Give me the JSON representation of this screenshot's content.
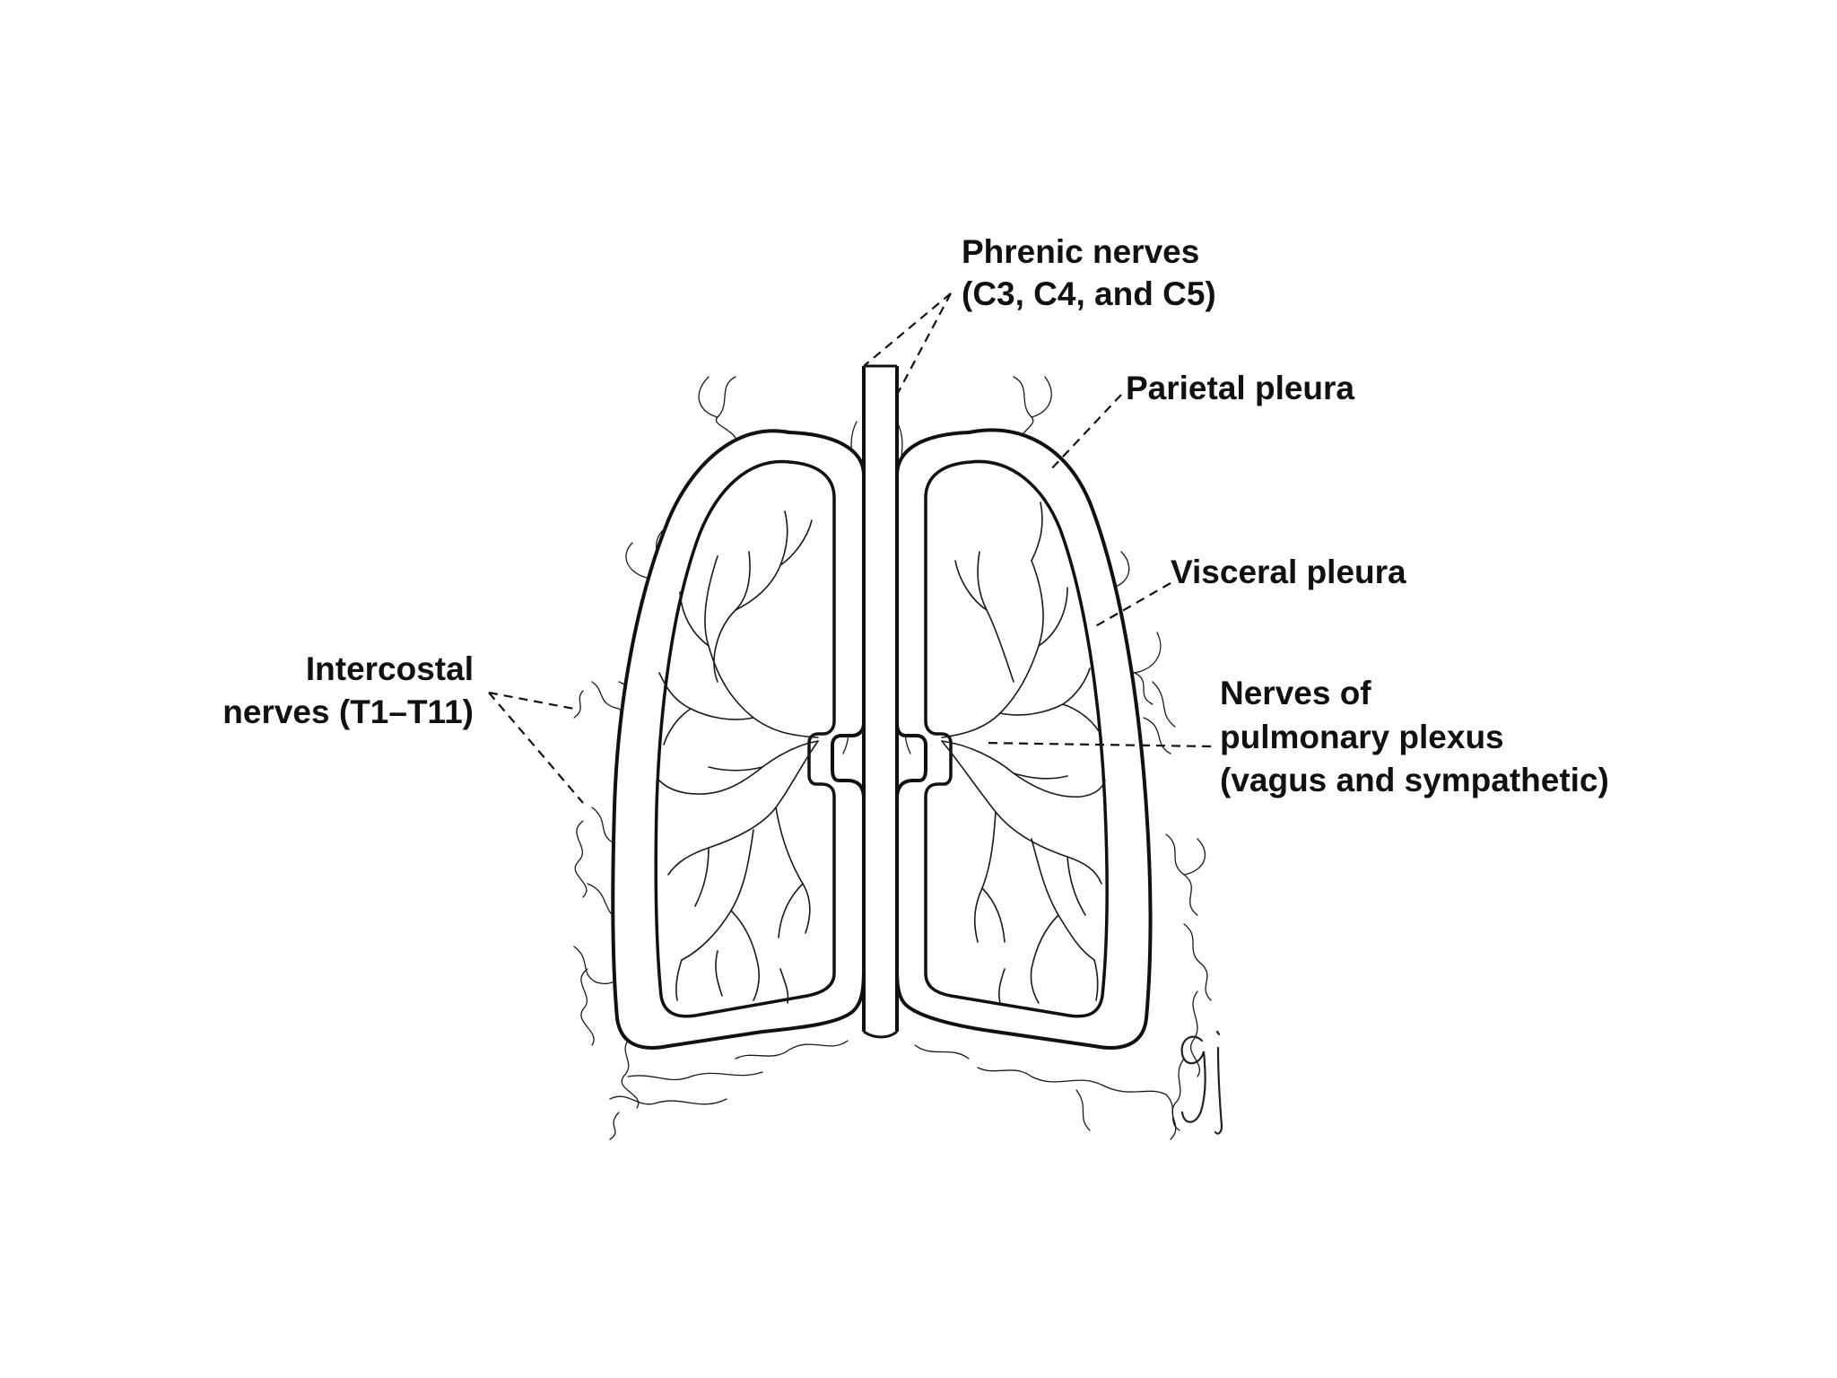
{
  "labels": {
    "phrenic_1": "Phrenic nerves",
    "phrenic_2": "(C3, C4, and C5)",
    "parietal": "Parietal pleura",
    "visceral": "Visceral pleura",
    "intercostal_1": "Intercostal",
    "intercostal_2": "nerves (T1–T11)",
    "pulmonary_1": "Nerves of",
    "pulmonary_2": "pulmonary plexus",
    "pulmonary_3": "(vagus and sympathetic)"
  },
  "signature": "gj",
  "colors": {
    "ink": "#111111",
    "background": "#ffffff"
  }
}
